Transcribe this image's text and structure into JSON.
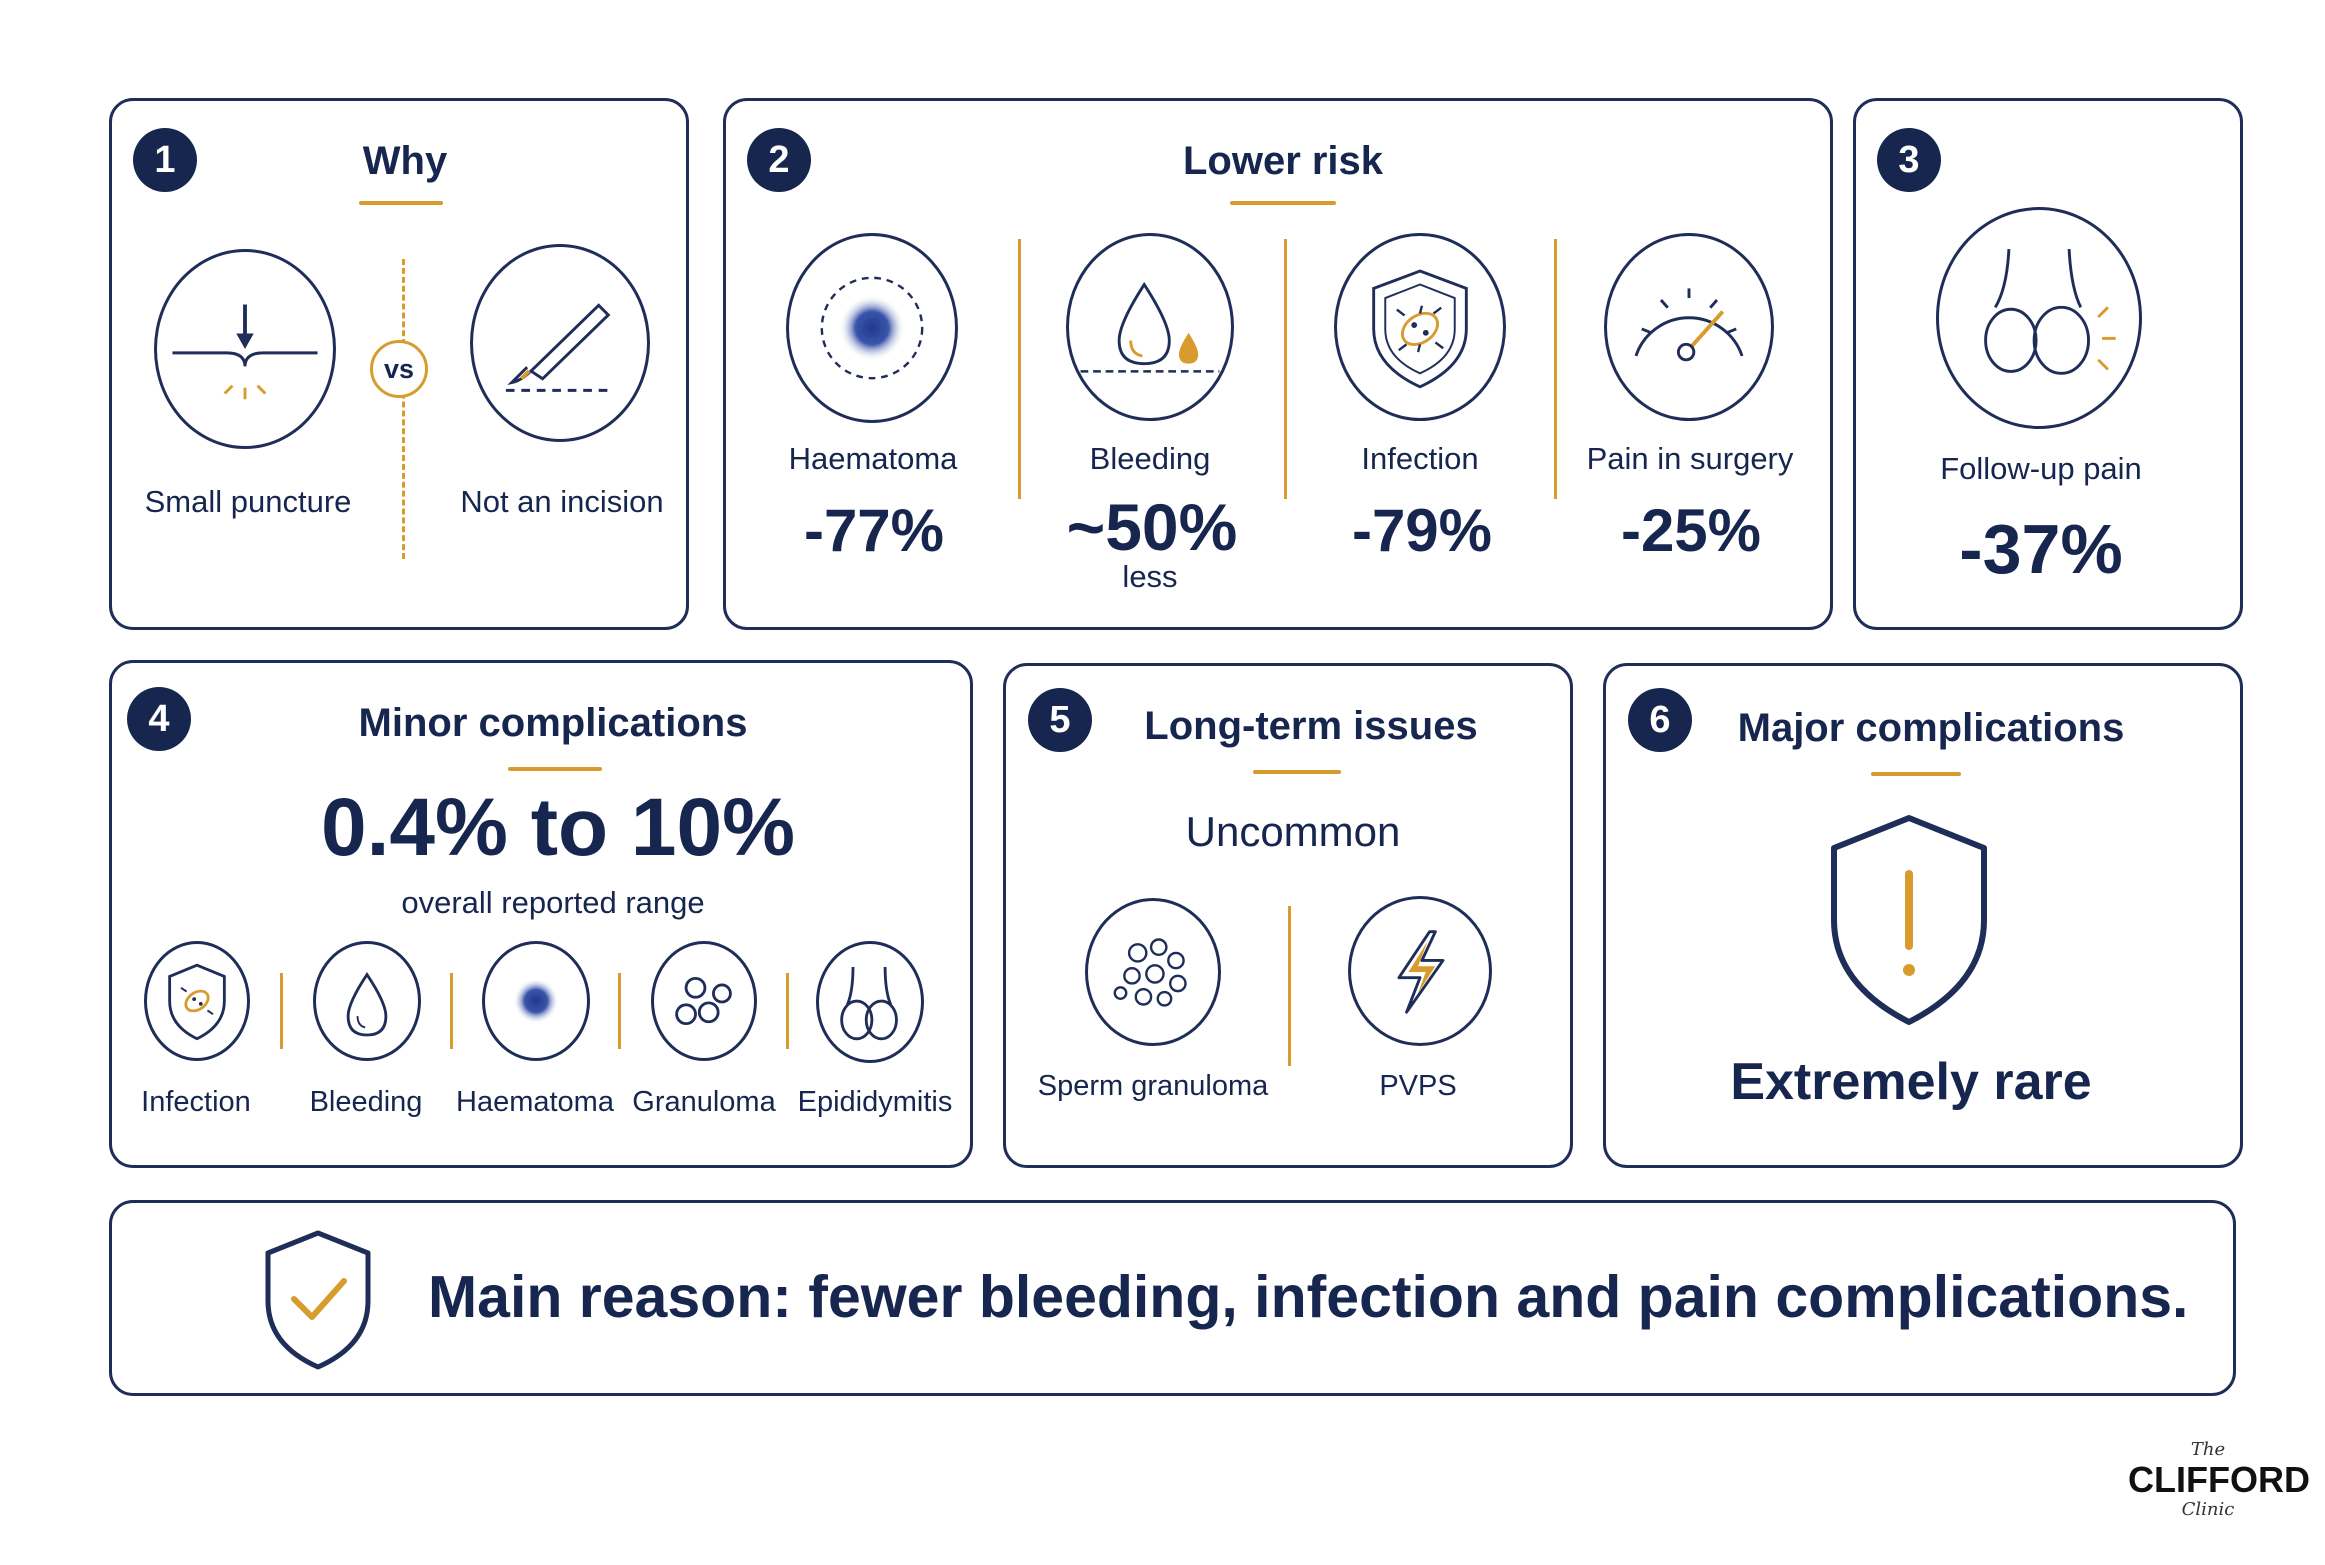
{
  "colors": {
    "navy": "#17264f",
    "accent": "#d79b2e",
    "border": "#1f2d59"
  },
  "panel1": {
    "number": "1",
    "title": "Why",
    "left_label": "Small puncture",
    "left_icon": "puncture-icon",
    "vs_label": "vs",
    "right_label": "Not an incision",
    "right_icon": "scalpel-icon"
  },
  "panel2": {
    "number": "2",
    "title": "Lower risk",
    "items": [
      {
        "label": "Haematoma",
        "value": "-77%",
        "note": "",
        "icon": "haematoma-icon"
      },
      {
        "label": "Bleeding",
        "value": "~50%",
        "note": "less",
        "icon": "blood-drop-icon"
      },
      {
        "label": "Infection",
        "value": "-79%",
        "note": "",
        "icon": "bacteria-shield-icon"
      },
      {
        "label": "Pain in surgery",
        "value": "-25%",
        "note": "",
        "icon": "pain-gauge-icon"
      }
    ]
  },
  "panel3": {
    "number": "3",
    "label": "Follow-up pain",
    "value": "-37%",
    "icon": "testicle-pain-icon"
  },
  "panel4": {
    "number": "4",
    "title": "Minor complications",
    "range": "0.4% to 10%",
    "range_caption": "overall reported range",
    "items": [
      {
        "label": "Infection",
        "icon": "bacteria-shield-icon"
      },
      {
        "label": "Bleeding",
        "icon": "blood-drop-icon"
      },
      {
        "label": "Haematoma",
        "icon": "haematoma-icon"
      },
      {
        "label": "Granuloma",
        "icon": "granuloma-icon"
      },
      {
        "label": "Epididymitis",
        "icon": "epididymis-icon"
      }
    ]
  },
  "panel5": {
    "number": "5",
    "title": "Long-term issues",
    "subtitle": "Uncommon",
    "items": [
      {
        "label": "Sperm granuloma",
        "icon": "sperm-granuloma-icon"
      },
      {
        "label": "PVPS",
        "icon": "lightning-icon"
      }
    ]
  },
  "panel6": {
    "number": "6",
    "title": "Major complications",
    "value": "Extremely rare",
    "icon": "warning-shield-icon"
  },
  "footer": {
    "text": "Main reason: fewer bleeding, infection and pain complications.",
    "icon": "check-shield-icon"
  },
  "logo": {
    "top": "The",
    "main": "CLIFFORD",
    "bottom": "Clinic"
  }
}
